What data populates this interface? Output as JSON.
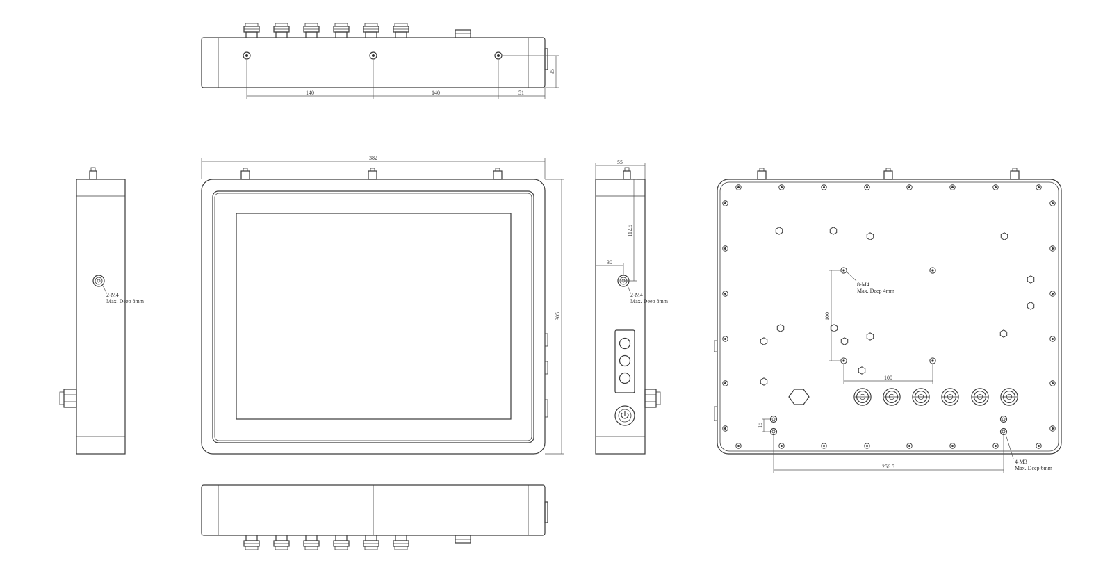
{
  "top_view": {
    "dims": [
      "140",
      "140",
      "51",
      "35"
    ]
  },
  "left_side": {
    "note_line1": "2-M4",
    "note_line2": "Max. Deep 8mm"
  },
  "front_view": {
    "width": "382",
    "height": "305"
  },
  "right_side": {
    "depth": "55",
    "hole_height": "112.5",
    "hole_offset": "30",
    "note_line1": "2-M4",
    "note_line2": "Max. Deep 8mm"
  },
  "rear_view": {
    "vesa_vertical": "100",
    "vesa_horizontal": "100",
    "vesa_note_line1": "8-M4",
    "vesa_note_line2": "Max. Deep 4mm",
    "m3_horizontal": "256.5",
    "m3_vertical": "15",
    "m3_note_line1": "4-M3",
    "m3_note_line2": "Max. Deep 6mm"
  }
}
